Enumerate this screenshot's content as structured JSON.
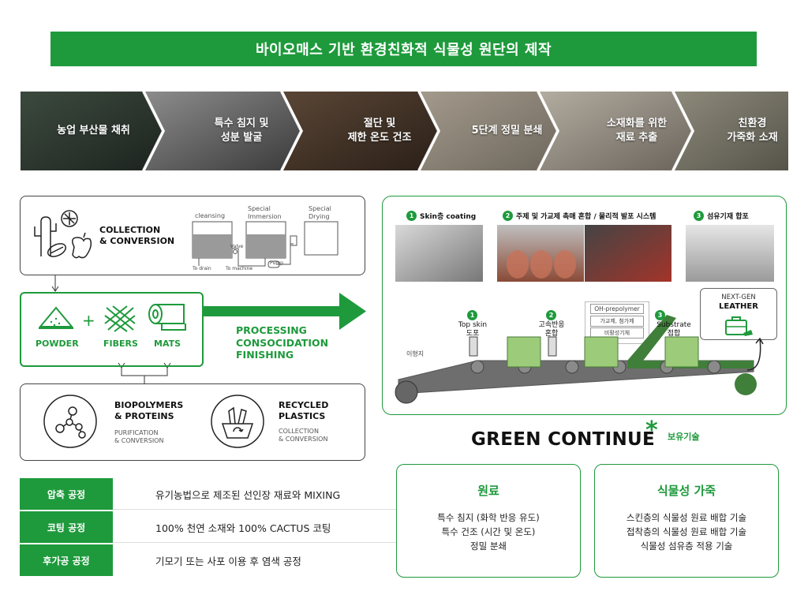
{
  "title": "바이오매스 기반 환경친화적 식물성 원단의 제작",
  "process_steps": [
    {
      "line1": "농업 부산물 채취",
      "line2": ""
    },
    {
      "line1": "특수 침지 및",
      "line2": "성분 발굴"
    },
    {
      "line1": "절단 및",
      "line2": "제한 온도 건조"
    },
    {
      "line1": "5단계 정밀 분쇄",
      "line2": ""
    },
    {
      "line1": "소재화를 위한",
      "line2": "재료 추출"
    },
    {
      "line1": "친환경",
      "line2": "가죽화 소재"
    }
  ],
  "collection": {
    "label_line1": "COLLECTION",
    "label_line2": "& CONVERSION",
    "stage_labels": [
      "cleansing",
      "Special",
      "Immersion",
      "Special",
      "Drying"
    ],
    "tiny_labels": [
      "To drain",
      "Valve",
      "To machine",
      "Pump"
    ]
  },
  "products": {
    "powder": "POWDER",
    "plus": "+",
    "fibers": "FIBERS",
    "mats": "MATS"
  },
  "processing": {
    "line1": "PROCESSING",
    "line2": "CONSOCIDATION",
    "line3": "FINISHING"
  },
  "sources": {
    "bio_line1": "BIOPOLYMERS",
    "bio_line2": "& PROTEINS",
    "bio_sub1": "PURIFICATION",
    "bio_sub2": "& CONVERSION",
    "rec_line1": "RECYCLED",
    "rec_line2": "PLASTICS",
    "rec_sub1": "COLLECTION",
    "rec_sub2": "& CONVERSION"
  },
  "panel": {
    "steps": [
      {
        "num": "1",
        "title": "Skin층 coating"
      },
      {
        "num": "2",
        "title": "주제 및 가교제 촉매 혼합 / 물리적 발포 시스템"
      },
      {
        "num": "3",
        "title": "섬유기재 합포"
      }
    ],
    "line_steps": [
      {
        "num": "1",
        "line1": "Top skin",
        "line2": "도포"
      },
      {
        "num": "2",
        "line1": "고속반응",
        "line2": "혼합"
      },
      {
        "num": "3",
        "line1": "Substrate",
        "line2": "접합"
      }
    ],
    "chem_labels": [
      "OH-prepolymer",
      "가교제, 첨가제",
      "비활성기체"
    ],
    "release_paper": "이형지",
    "nextgen_line1": "NEXT-GEN",
    "nextgen_line2": "LEATHER"
  },
  "brand": {
    "name": "GREEN CONTINUE",
    "asterisk": "*",
    "sub": "보유기술"
  },
  "table": [
    {
      "head": "압축 공정",
      "value": "유기농법으로 제조된 선인장 재료와 MIXING"
    },
    {
      "head": "코팅 공정",
      "value": "100% 천연 소재와 100% CACTUS 코팅"
    },
    {
      "head": "후가공 공정",
      "value": "기모기 또는 사포 이용 후 염색 공정"
    }
  ],
  "info_boxes": [
    {
      "title": "원료",
      "lines": [
        "특수 침지 (화학 반응 유도)",
        "특수 건조 (시간 및 온도)",
        "정밀 분쇄"
      ]
    },
    {
      "title": "식물성 가죽",
      "lines": [
        "스킨층의 식물성 원료 배합 기술",
        "접착층의 식물성 원료 배합 기술",
        "식물성 섬유층 적용 기술"
      ]
    }
  ],
  "colors": {
    "accent": "#1e9a3c",
    "belt": "#3f7f3a",
    "block": "#9ccc7a"
  }
}
